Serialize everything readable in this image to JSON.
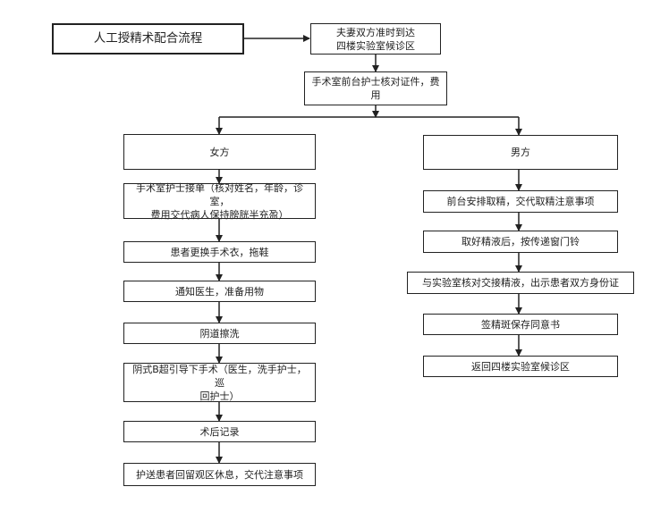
{
  "title": "人工授精术配合流程",
  "start": {
    "line1": "夫妻双方准时到达",
    "line2": "四楼实验室候诊区"
  },
  "reception": "手术室前台护士核对证件，费用",
  "female": {
    "header": "女方",
    "steps": [
      {
        "line1": "手术室护士接单（核对姓名，年龄，诊室，",
        "line2": "费用交代病人保持膀胱半充盈）"
      },
      {
        "line1": "患者更换手术衣，拖鞋"
      },
      {
        "line1": "通知医生，准备用物"
      },
      {
        "line1": "阴道擦洗"
      },
      {
        "line1": "阴式B超引导下手术（医生，洗手护士，巡",
        "line2": "回护士）"
      },
      {
        "line1": "术后记录"
      },
      {
        "line1": "护送患者回留观区休息，交代注意事项"
      }
    ]
  },
  "male": {
    "header": "男方",
    "steps": [
      {
        "line1": "前台安排取精，交代取精注意事项"
      },
      {
        "line1": "取好精液后，按传递窗门铃"
      },
      {
        "line1": "与实验室核对交接精液，出示患者双方身份证"
      },
      {
        "line1": "签精斑保存同意书"
      },
      {
        "line1": "返回四楼实验室候诊区"
      }
    ]
  }
}
